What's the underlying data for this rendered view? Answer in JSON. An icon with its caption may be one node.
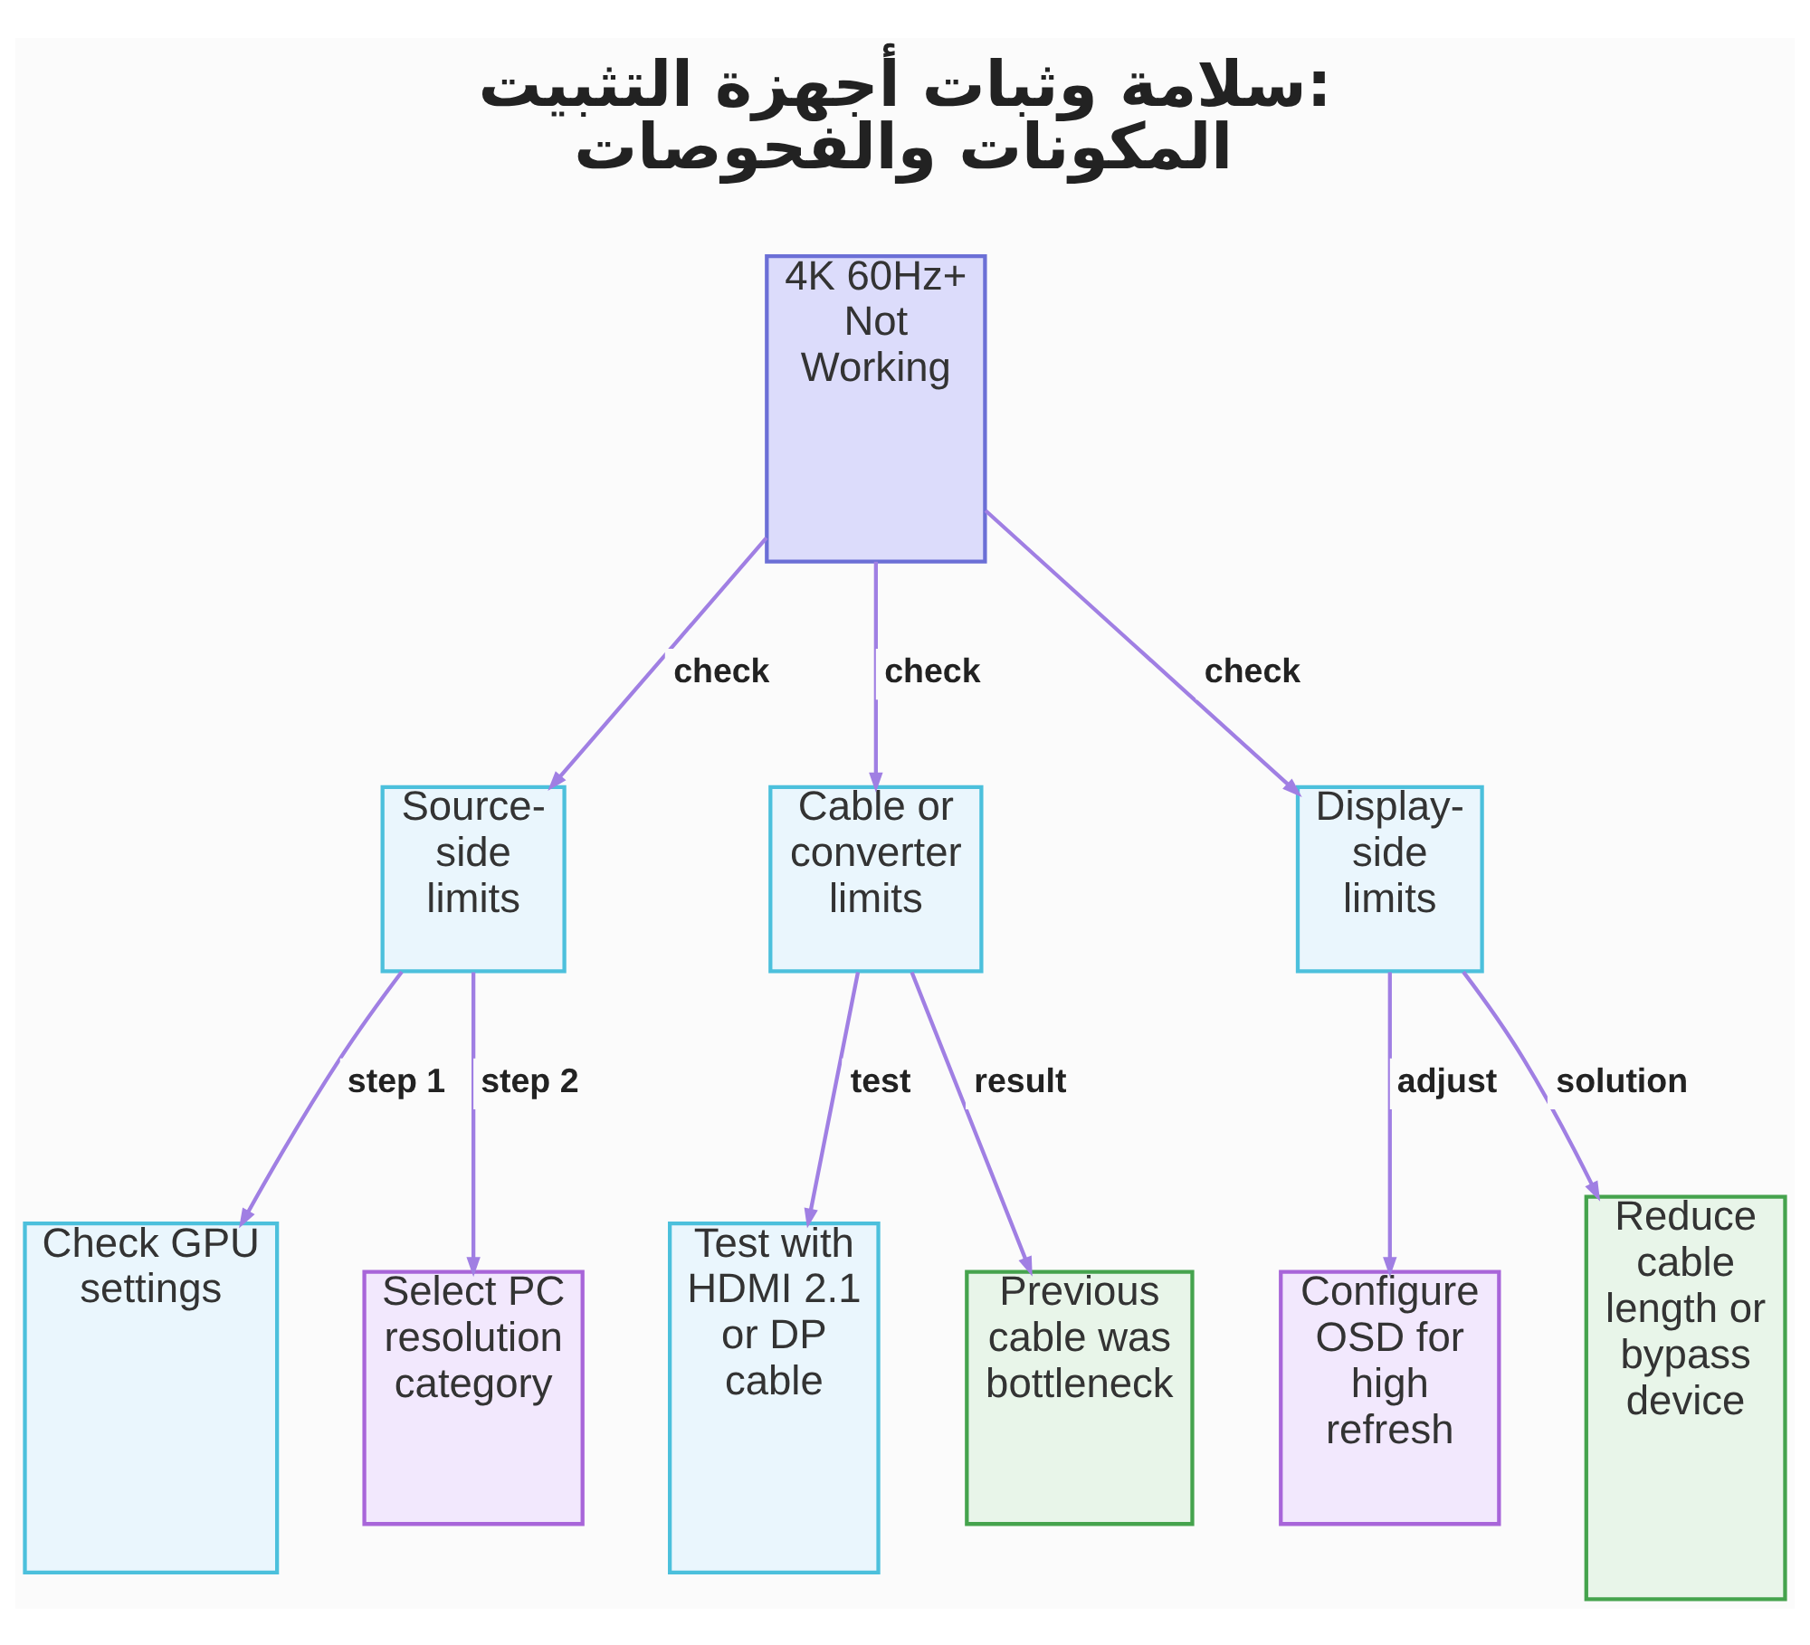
{
  "diagram": {
    "title": "سلامة وثبات أجهزة التثبيت: المكونات والفحوصات",
    "nodes": [
      {
        "text": [
          "4K 60Hz+ Not Working"
        ]
      },
      {
        "text": [
          "Source-side limits"
        ]
      },
      {
        "text": [
          "Cable or converter limits"
        ]
      },
      {
        "text": [
          "Display-side limits"
        ]
      },
      {
        "text": [
          "Check GPU settings"
        ]
      },
      {
        "text": [
          "Select PC resolution category"
        ]
      },
      {
        "text": [
          "Test with HDMI 2.1 or DP cable"
        ]
      },
      {
        "text": [
          "Previous cable was bottleneck"
        ]
      },
      {
        "text": [
          "Configure OSD for high refresh"
        ]
      },
      {
        "text": [
          "Reduce cable length or bypass device"
        ]
      }
    ],
    "edges": [
      {
        "from": 0,
        "to": 1,
        "arrow": "to",
        "label": "check"
      },
      {
        "from": 0,
        "to": 2,
        "arrow": "to",
        "label": "check"
      },
      {
        "from": 0,
        "to": 3,
        "arrow": "to",
        "label": "check"
      },
      {
        "from": 1,
        "to": 4,
        "arrow": "to",
        "label": "step 1"
      },
      {
        "from": 1,
        "to": 5,
        "arrow": "to",
        "label": "step 2"
      },
      {
        "from": 2,
        "to": 6,
        "arrow": "to",
        "label": "test"
      },
      {
        "from": 2,
        "to": 7,
        "arrow": "to",
        "label": "result"
      },
      {
        "from": 3,
        "to": 8,
        "arrow": "to",
        "label": "adjust"
      },
      {
        "from": 3,
        "to": 9,
        "arrow": "to",
        "label": "solution"
      }
    ]
  }
}
